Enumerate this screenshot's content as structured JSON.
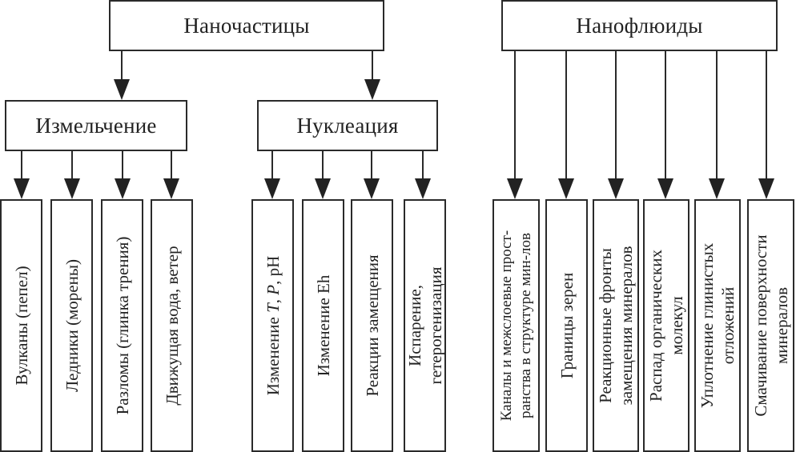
{
  "diagram": {
    "roots": [
      {
        "label": "Наночастицы",
        "children": [
          {
            "label": "Измельчение",
            "children": [
              "Вулканы (пепел)",
              "Ледники (морены)",
              "Разломы (глинка трения)",
              "Движущая вода, ветер"
            ]
          },
          {
            "label": "Нуклеация",
            "children": [
              "Изменение T, P, pH",
              "Изменение Eh",
              "Реакции замещения",
              "Испарение, гетерогенизация"
            ]
          }
        ]
      },
      {
        "label": "Нанофлюиды",
        "children": [
          "Каналы и межслоевые пространства в структуре мин-лов",
          "Границы зерен",
          "Реакционные фронты замещения минералов",
          "Распад органических молекул",
          "Уплотнение глинистых отложений",
          "Смачивание поверхности минералов"
        ]
      }
    ],
    "leaf_lines": {
      "izm": [
        [
          "Вулканы (пепел)"
        ],
        [
          "Ледники (морены)"
        ],
        [
          "Разломы (глинка трения)"
        ],
        [
          "Движущая вода, ветер"
        ]
      ],
      "nukl": [
        [
          "Изменение ",
          "T",
          ", ",
          "P",
          ", pH"
        ],
        [
          "Изменение Eh"
        ],
        [
          "Реакции замещения"
        ],
        [
          "Испарение,",
          "гетерогенизация"
        ]
      ],
      "fluids": [
        [
          "Каналы и межслоевые прост-",
          "ранства в структуре мин-лов"
        ],
        [
          "Границы зерен"
        ],
        [
          "Реакционные фронты",
          "замещения минералов"
        ],
        [
          "Распад органических",
          "молекул"
        ],
        [
          "Уплотнение глинистых",
          "отложений"
        ],
        [
          "Смачивание поверхности",
          "минералов"
        ]
      ]
    }
  }
}
